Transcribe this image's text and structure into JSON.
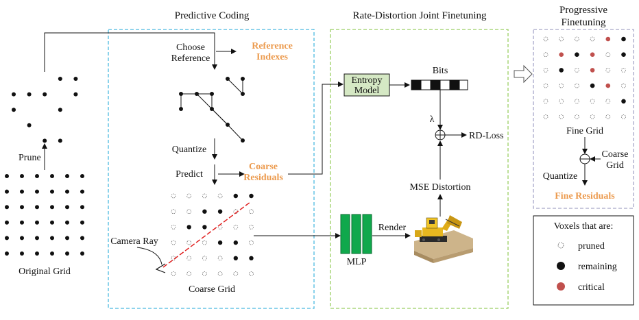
{
  "titles": {
    "predictive_coding": "Predictive Coding",
    "rd_finetuning": "Rate-Distortion Joint Finetuning",
    "progressive_line1": "Progressive",
    "progressive_line2": "Finetuning"
  },
  "left": {
    "prune": "Prune",
    "original_grid": "Original Grid"
  },
  "predictive": {
    "choose_line1": "Choose",
    "choose_line2": "Reference",
    "ref_line1": "Reference",
    "ref_line2": "Indexes",
    "quantize": "Quantize",
    "predict": "Predict",
    "coarse_line1": "Coarse",
    "coarse_line2": "Residuals",
    "camera_ray": "Camera Ray",
    "coarse_grid": "Coarse Grid"
  },
  "rd": {
    "entropy_line1": "Entropy",
    "entropy_line2": "Model",
    "bits": "Bits",
    "lambda": "λ",
    "rd_loss": "RD-Loss",
    "mse": "MSE Distortion",
    "render": "Render",
    "mlp": "MLP"
  },
  "progressive": {
    "fine_grid": "Fine Grid",
    "coarse_line1": "Coarse",
    "coarse_line2": "Grid",
    "quantize": "Quantize",
    "fine_residuals": "Fine Residuals"
  },
  "legend": {
    "title": "Voxels that are:",
    "pruned": "pruned",
    "remaining": "remaining",
    "critical": "critical"
  },
  "colors": {
    "accent_orange": "#ec9b4f",
    "critical_red": "#c0504d",
    "box_blue": "#4bb9e0",
    "box_green": "#9bcf63",
    "box_gray": "#a6a6c8",
    "entropy_fill": "#d5e8c4",
    "mlp_fill": "#10a84c",
    "ray_red": "#e02020"
  }
}
